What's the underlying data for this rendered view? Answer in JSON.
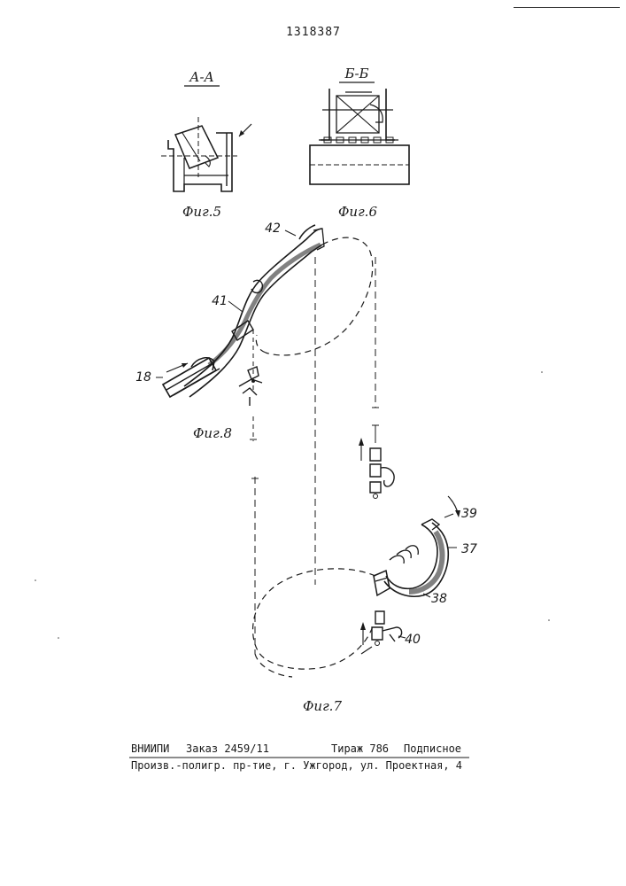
{
  "patent_number": "1318387",
  "figures": {
    "fig5": {
      "section": "А-А",
      "caption": "Фиг.5"
    },
    "fig6": {
      "section": "Б-Б",
      "caption": "Фиг.6"
    },
    "fig8": {
      "caption": "Фиг.8",
      "labels": [
        "42",
        "41",
        "18"
      ]
    },
    "fig7": {
      "caption": "Фиг.7",
      "labels": [
        "39",
        "37",
        "38",
        "40"
      ]
    }
  },
  "imprint": {
    "line1": {
      "org": "ВНИИПИ",
      "order": "Заказ 2459/11",
      "circulation": "Тираж 786",
      "subscription": "Подписное"
    },
    "line2": "Произв.-полигр. пр-тие, г. Ужгород, ул. Проектная, 4"
  }
}
